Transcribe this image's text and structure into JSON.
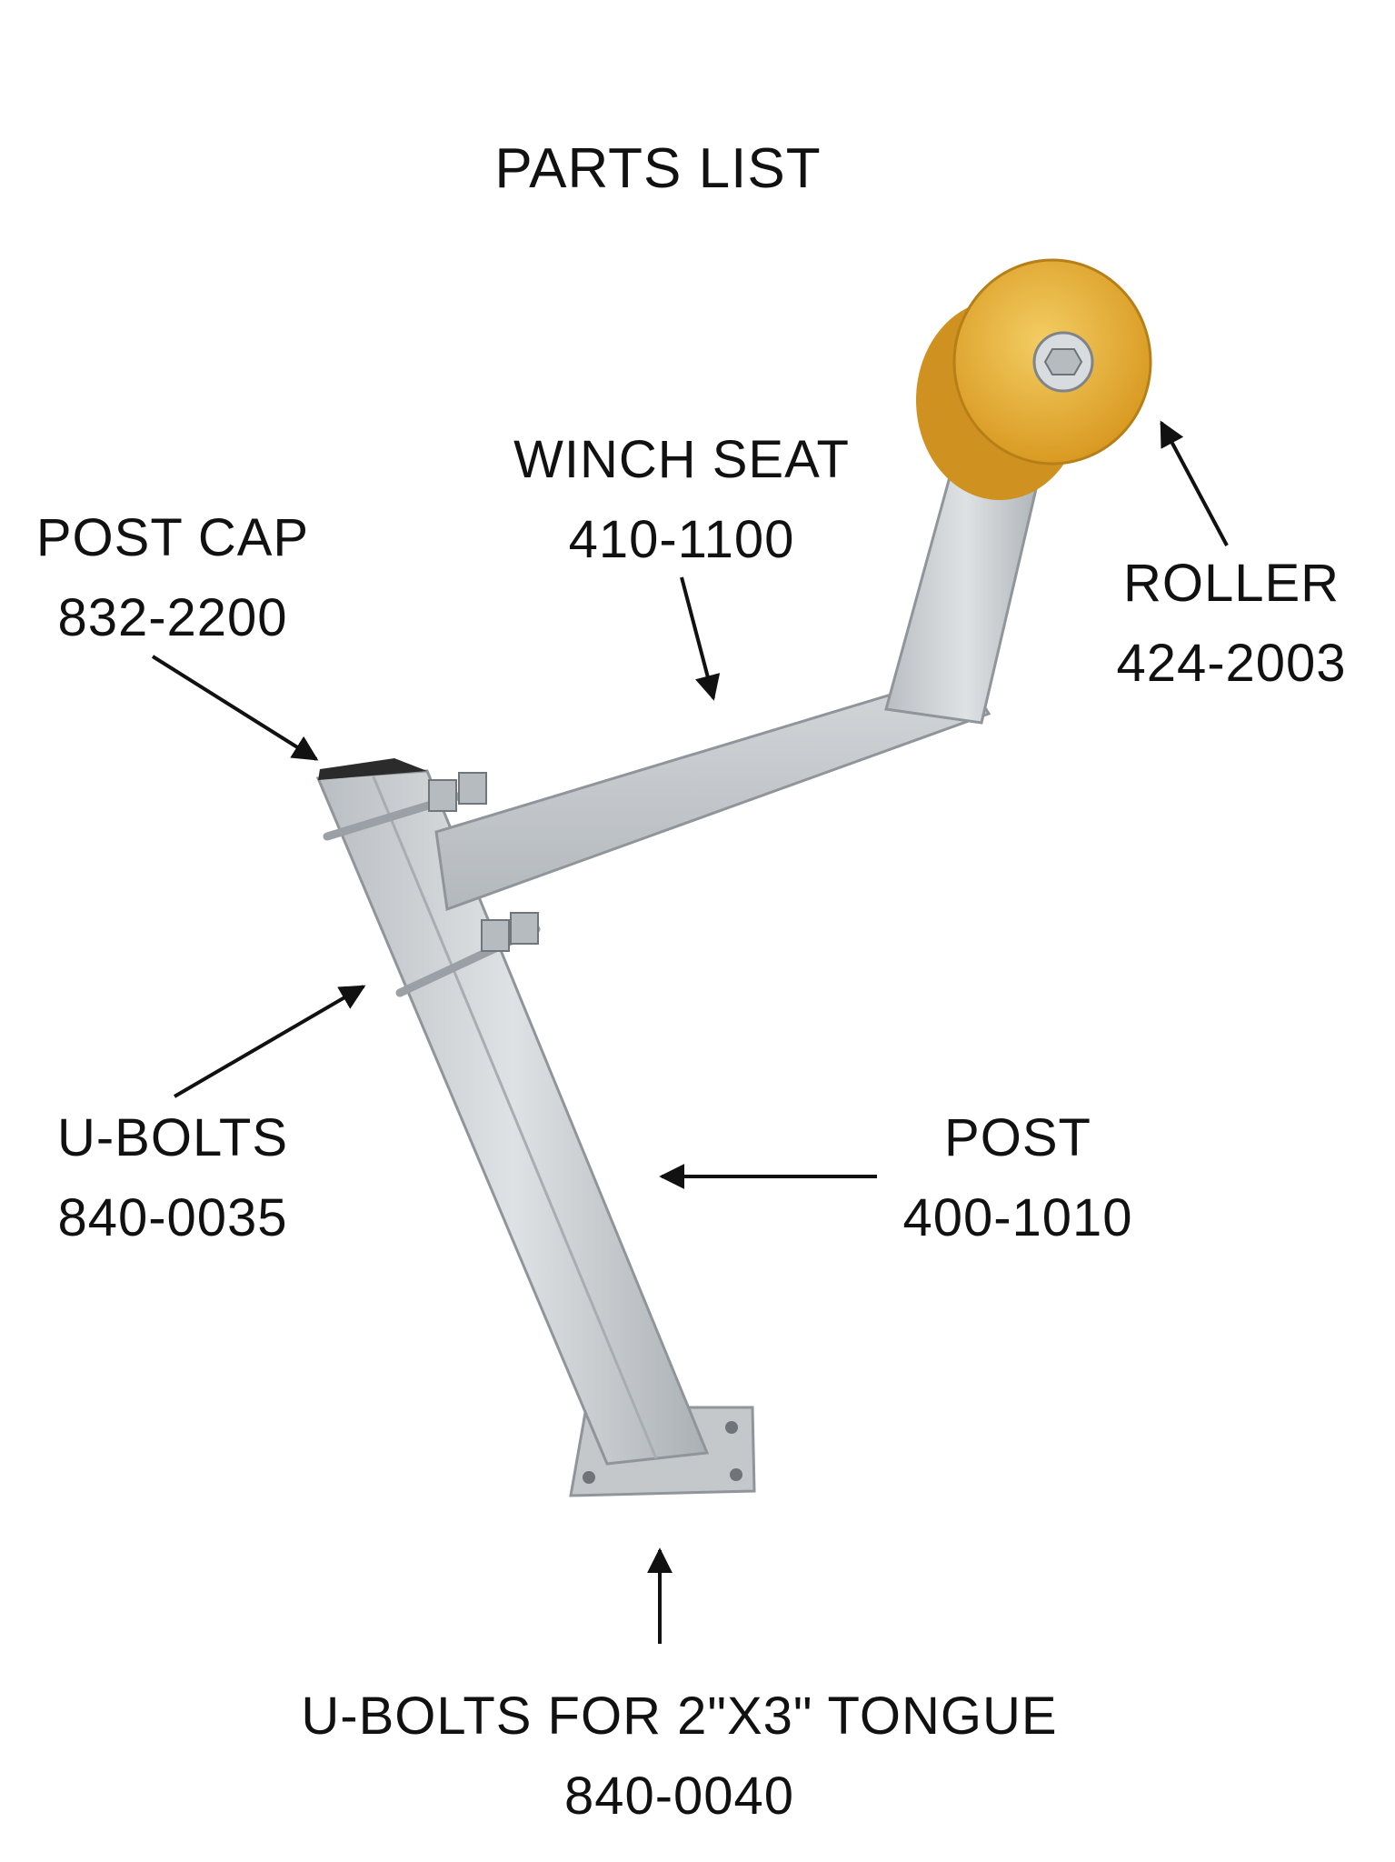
{
  "title": "PARTS LIST",
  "parts": {
    "post_cap": {
      "name": "POST CAP",
      "number": "832-2200"
    },
    "winch_seat": {
      "name": "WINCH SEAT",
      "number": "410-1100"
    },
    "roller": {
      "name": "ROLLER",
      "number": "424-2003"
    },
    "u_bolts": {
      "name": "U-BOLTS",
      "number": "840-0035"
    },
    "post": {
      "name": "POST",
      "number": "400-1010"
    },
    "tongue_u_bolts": {
      "name": "U-BOLTS FOR 2\"X3\" TONGUE",
      "number": "840-0040"
    }
  },
  "colors": {
    "steel": "#c9cdd0",
    "steel_dark": "#9ea3a7",
    "roller": "#e8b53a",
    "text": "#111111"
  }
}
